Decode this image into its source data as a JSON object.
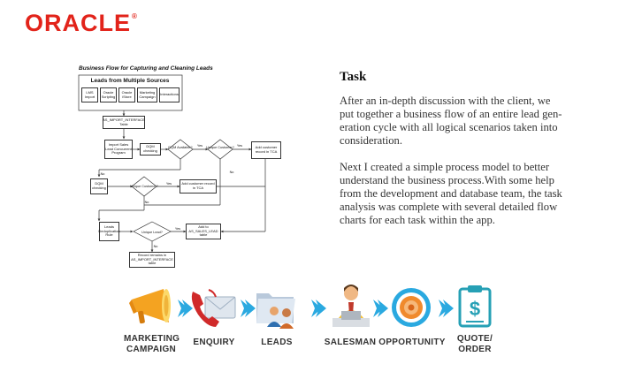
{
  "brand": {
    "logo": "ORACLE",
    "mark": "®",
    "color": "#e2231a"
  },
  "flowchart": {
    "title": "Business Flow for Capturing and Cleaning Leads",
    "sources_title": "Leads from Multiple Sources",
    "sources": [
      "LMS Import",
      "Oracle Scripting",
      "Oracle iStore",
      "Marketing Campaign",
      "Interactions"
    ],
    "import_table": "AS_IMPORT_INTERFACE Table",
    "import_program": "Import Sales Lead Concurrent Program",
    "dqm1": "DQM checking",
    "dqm_available": "DQM Available?",
    "unique_customer1": "Unique Customer?",
    "add_customer_tca1": "Add customer record in TCA",
    "dqm2": "DQM checking",
    "unique_customer2": "Unique Customer?",
    "add_customer_tca2": "Add customer record in TCA",
    "dedup": "Leads Deduplication Rule",
    "unique_lead": "Unique Lead?",
    "add_sales_lead": "Add to AS_SALES_LEAD table",
    "remains": "Record remains in AS_IMPORT_INTERFACE table",
    "yes": "Yes",
    "no": "No"
  },
  "task": {
    "title": "Task",
    "paragraph1_lines": [
      "After an in-depth discussion with the client, we",
      "put together a business flow of an entire lead gen-",
      "eration cycle with all logical scenarios taken into",
      "consideration."
    ],
    "paragraph2_lines": [
      "Next I created a simple process model to better",
      "understand the business process.With some help",
      "from the development and database team, the task",
      "analysis was complete with several detailed flow",
      "charts for each task within the app."
    ]
  },
  "process": {
    "steps": [
      {
        "label_lines": [
          "MARKETING",
          "CAMPAIGN"
        ],
        "icon": "megaphone-icon"
      },
      {
        "label_lines": [
          "ENQUIRY"
        ],
        "icon": "phone-mail-icon"
      },
      {
        "label_lines": [
          "LEADS"
        ],
        "icon": "folder-people-icon"
      },
      {
        "label_lines": [
          "SALESMAN"
        ],
        "icon": "salesman-icon"
      },
      {
        "label_lines": [
          "OPPORTUNITY"
        ],
        "icon": "target-icon"
      },
      {
        "label_lines": [
          "QUOTE/",
          "ORDER"
        ],
        "icon": "clipboard-dollar-icon"
      }
    ],
    "arrow_color": "#2aa9e0"
  }
}
